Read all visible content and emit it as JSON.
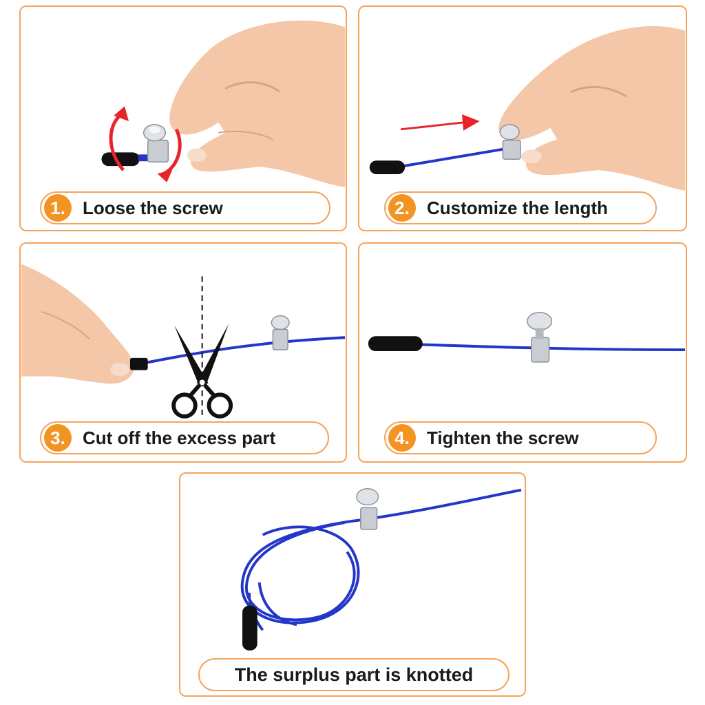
{
  "steps": [
    {
      "number": "1.",
      "label": "Loose the screw"
    },
    {
      "number": "2.",
      "label": "Customize the length"
    },
    {
      "number": "3.",
      "label": "Cut off the excess part"
    },
    {
      "number": "4.",
      "label": "Tighten the screw"
    }
  ],
  "final_step": {
    "label": "The surplus part is knotted"
  },
  "colors": {
    "border": "#f6a35a",
    "badge": "#f39322",
    "cable": "#2436c8",
    "arrow": "#e8232a",
    "skin": "#f3c7a8",
    "metal": "#c9ccd2",
    "handle": "#111111"
  },
  "icons": [
    "rotate-arrows-icon",
    "right-arrow-icon",
    "scissors-icon",
    "cut-line-icon"
  ]
}
